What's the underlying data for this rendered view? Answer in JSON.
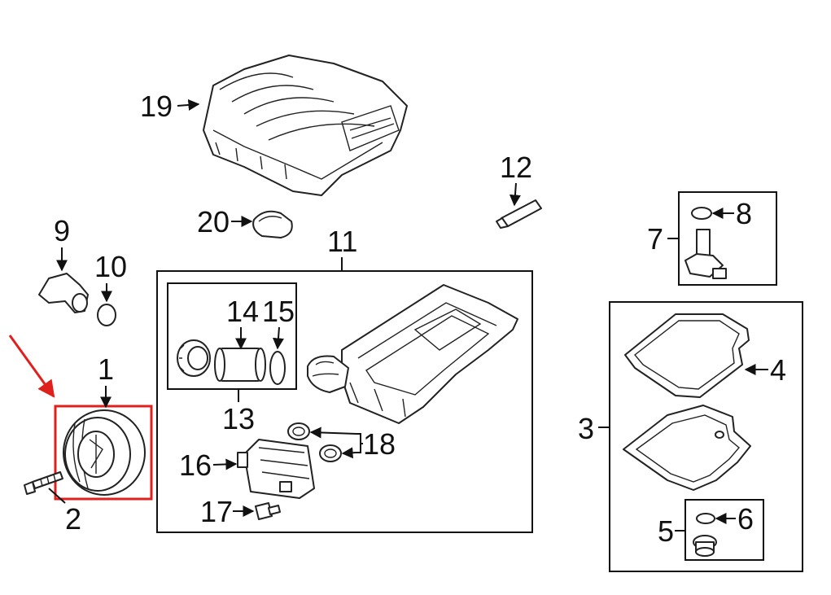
{
  "callouts": {
    "c1": "1",
    "c2": "2",
    "c3": "3",
    "c4": "4",
    "c5": "5",
    "c6": "6",
    "c7": "7",
    "c8": "8",
    "c9": "9",
    "c10": "10",
    "c11": "11",
    "c12": "12",
    "c13": "13",
    "c14": "14",
    "c15": "15",
    "c16": "16",
    "c17": "17",
    "c18": "18",
    "c19": "19",
    "c20": "20"
  },
  "colors": {
    "highlight": "#e0201c",
    "ink": "#111111"
  }
}
